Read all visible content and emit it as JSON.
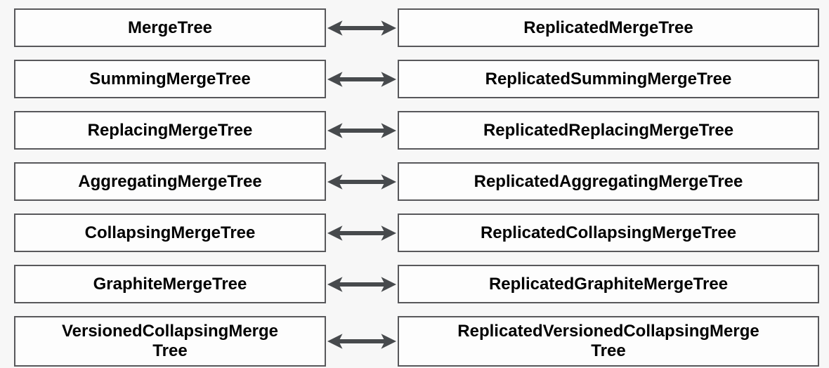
{
  "diagram": {
    "description": "Mapping of MergeTree family table engines to their Replicated counterparts",
    "rows": [
      {
        "left": "MergeTree",
        "right": "ReplicatedMergeTree"
      },
      {
        "left": "SummingMergeTree",
        "right": "ReplicatedSummingMergeTree"
      },
      {
        "left": "ReplacingMergeTree",
        "right": "ReplicatedReplacingMergeTree"
      },
      {
        "left": "AggregatingMergeTree",
        "right": "ReplicatedAggregatingMergeTree"
      },
      {
        "left": "CollapsingMergeTree",
        "right": "ReplicatedCollapsingMergeTree"
      },
      {
        "left": "GraphiteMergeTree",
        "right": "ReplicatedGraphiteMergeTree"
      },
      {
        "left": "VersionedCollapsingMerge\nTree",
        "right": "ReplicatedVersionedCollapsingMerge\nTree"
      }
    ],
    "arrow_icon": "double-headed-arrow-icon",
    "colors": {
      "background": "#f7f7f7",
      "box_fill": "#fdfdfd",
      "box_border": "#58585b",
      "arrow": "#474a4d",
      "text": "#000000"
    }
  }
}
